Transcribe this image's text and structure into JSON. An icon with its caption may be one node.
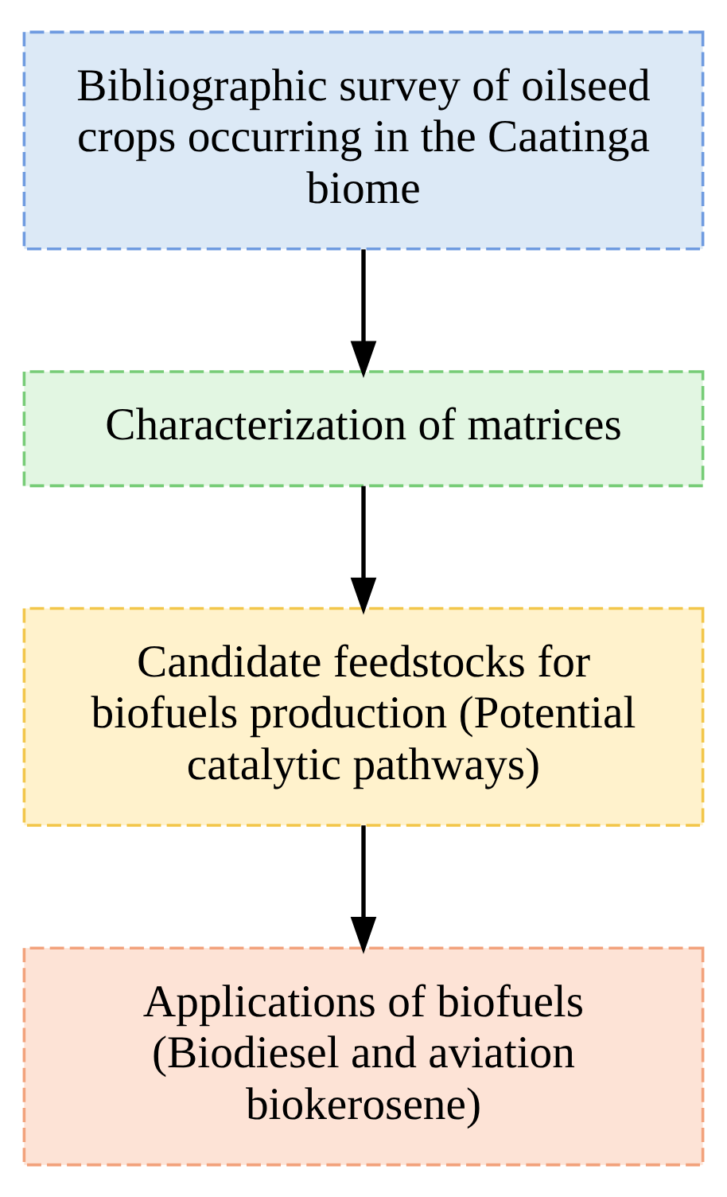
{
  "diagram": {
    "nodes": [
      {
        "text": [
          "Bibliographic survey of oilseed crops occurring in the Caatinga biome"
        ]
      },
      {
        "text": [
          "Characterization of matrices"
        ]
      },
      {
        "text": [
          "Candidate feedstocks for biofuels production (Potential catalytic pathways)"
        ]
      },
      {
        "text": [
          "Applications of biofuels (Biodiesel and aviation biokerosene)"
        ]
      }
    ],
    "edges": [
      {
        "from": 0,
        "to": 1,
        "arrow": "to"
      },
      {
        "from": 1,
        "to": 2,
        "arrow": "to"
      },
      {
        "from": 2,
        "to": 3,
        "arrow": "to"
      }
    ]
  }
}
